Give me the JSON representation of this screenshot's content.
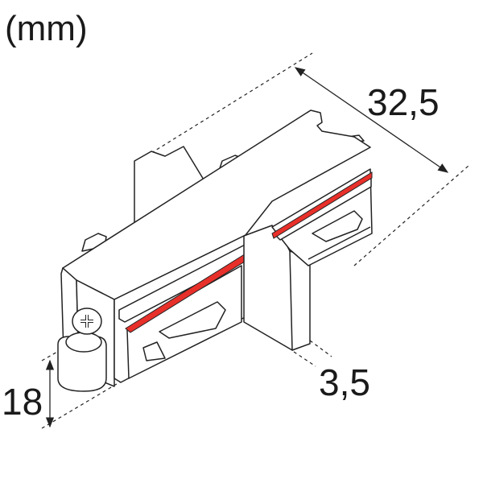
{
  "units_label": "(mm)",
  "dimensions": {
    "length": "32,5",
    "depth": "3,5",
    "height": "18"
  },
  "colors": {
    "line": "#222222",
    "accent_stripe": "#e8302a"
  }
}
